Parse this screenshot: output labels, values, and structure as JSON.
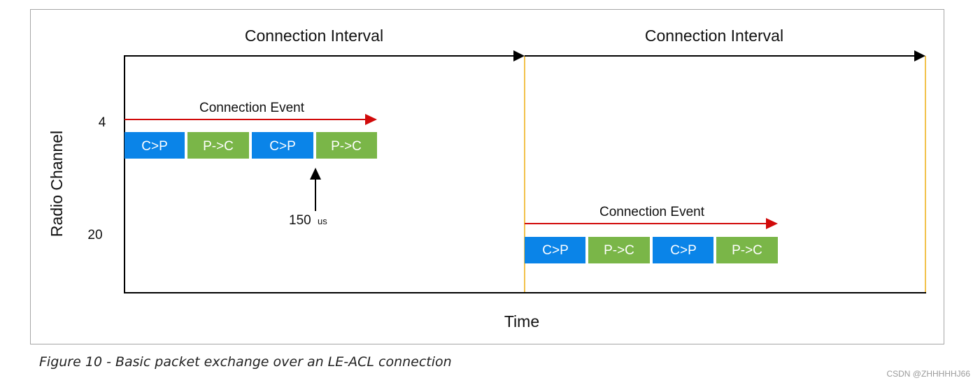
{
  "interval_label_1": "Connection Interval",
  "interval_label_2": "Connection Interval",
  "event_label_1": "Connection Event",
  "event_label_2": "Connection Event",
  "y_axis_label": "Radio Channel",
  "x_axis_label": "Time",
  "channels": [
    "4",
    "20"
  ],
  "gap_value": "150",
  "gap_unit": "us",
  "event_1_packets": [
    "C>P",
    "P->C",
    "C>P",
    "P->C"
  ],
  "event_2_packets": [
    "C>P",
    "P->C",
    "C>P",
    "P->C"
  ],
  "caption": "Figure 10 - Basic packet exchange over an LE-ACL connection",
  "watermark": "CSDN @ZHHHHHJ66",
  "colors": {
    "central_packet": "#0A84E8",
    "peripheral_packet": "#7AB648",
    "event_arrow": "#D10A0A",
    "interval_boundary": "#F2C24C",
    "axis": "#000000"
  }
}
